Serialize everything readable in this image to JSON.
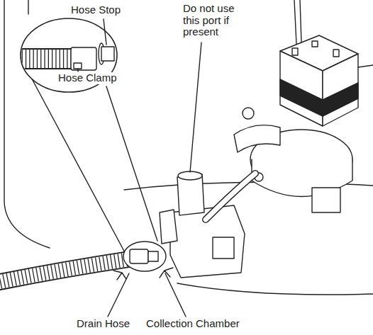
{
  "diagram": {
    "labels": [
      "Hose Stop",
      "Do not use this port if present",
      "Hose Clamp",
      "Drain Hose",
      "Collection Chamber"
    ]
  }
}
